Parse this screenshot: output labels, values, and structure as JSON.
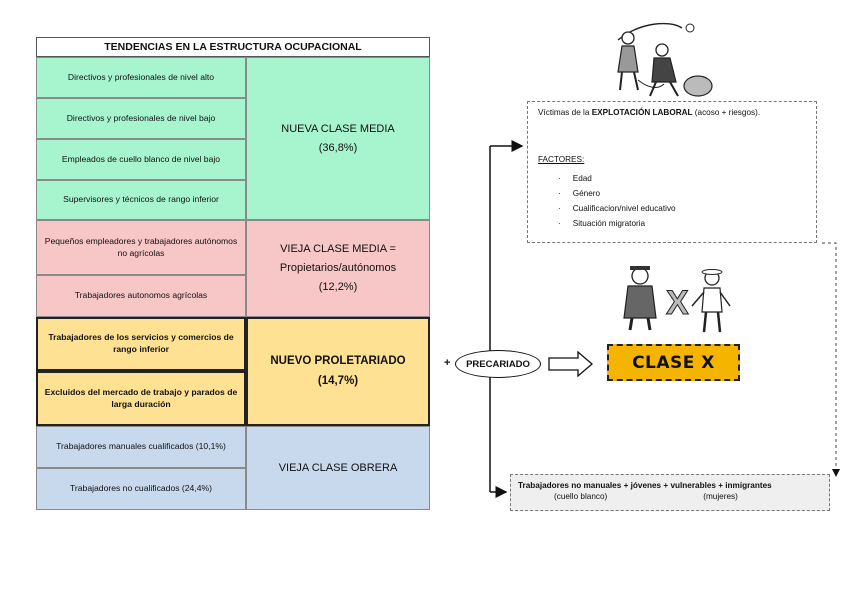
{
  "table": {
    "title": "TENDENCIAS EN LA ESTRUCTURA OCUPACIONAL",
    "groups": [
      {
        "rows": [
          "Directivos y profesionales de nivel alto",
          "Directivos y profesionales de nivel bajo",
          "Empleados de cuello blanco de nivel bajo",
          "Supervisores y técnicos de rango inferior"
        ],
        "label": "NUEVA CLASE MEDIA",
        "pct": "(36,8%)",
        "color": "#a7f5cf"
      },
      {
        "rows": [
          "Pequeños empleadores y trabajadores autónomos no agrícolas",
          "Trabajadores autonomos agrícolas"
        ],
        "label": "VIEJA CLASE MEDIA =",
        "label2": "Propietarios/autónomos",
        "pct": "(12,2%)",
        "color": "#f7c6c6"
      },
      {
        "rows": [
          "Trabajadores de los servicios y comercios de rango inferior",
          "Excluidos del mercado de trabajo y parados de larga duración"
        ],
        "label": "NUEVO PROLETARIADO",
        "pct": "(14,7%)",
        "color": "#ffe194"
      },
      {
        "rows": [
          "Trabajadores manuales cualificados (10,1%)",
          "Trabajadores no cualificados (24,4%)"
        ],
        "label": "VIEJA CLASE OBRERA",
        "color": "#c8d9ee"
      }
    ]
  },
  "precariado": {
    "plus": "+",
    "label": "PRECARIADO"
  },
  "victims": {
    "line_prefix": "Víctimas de la ",
    "line_bold": "EXPLOTACIÓN LABORAL",
    "line_suffix": " (acoso + riesgos).",
    "factors_title": "FACTORES:",
    "factors": [
      "Edad",
      "Género",
      "Cualificacion/nivel educativo",
      "Situación migratoria"
    ]
  },
  "clase_x": {
    "label": "CLASE X"
  },
  "workers": {
    "line": "Trabajadores no manuales + jóvenes + vulnerables + inmigrantes",
    "sub1": "(cuello blanco)",
    "sub2": "(mujeres)"
  },
  "colors": {
    "nueva_clase_media": "#a7f5cf",
    "vieja_clase_media": "#f7c6c6",
    "nuevo_proletariado": "#ffe194",
    "vieja_clase_obrera": "#c8d9ee",
    "clase_x": "#f5b400"
  },
  "icons": [
    "cartoon-exploitation-icon",
    "cartoon-class-x-icon"
  ]
}
